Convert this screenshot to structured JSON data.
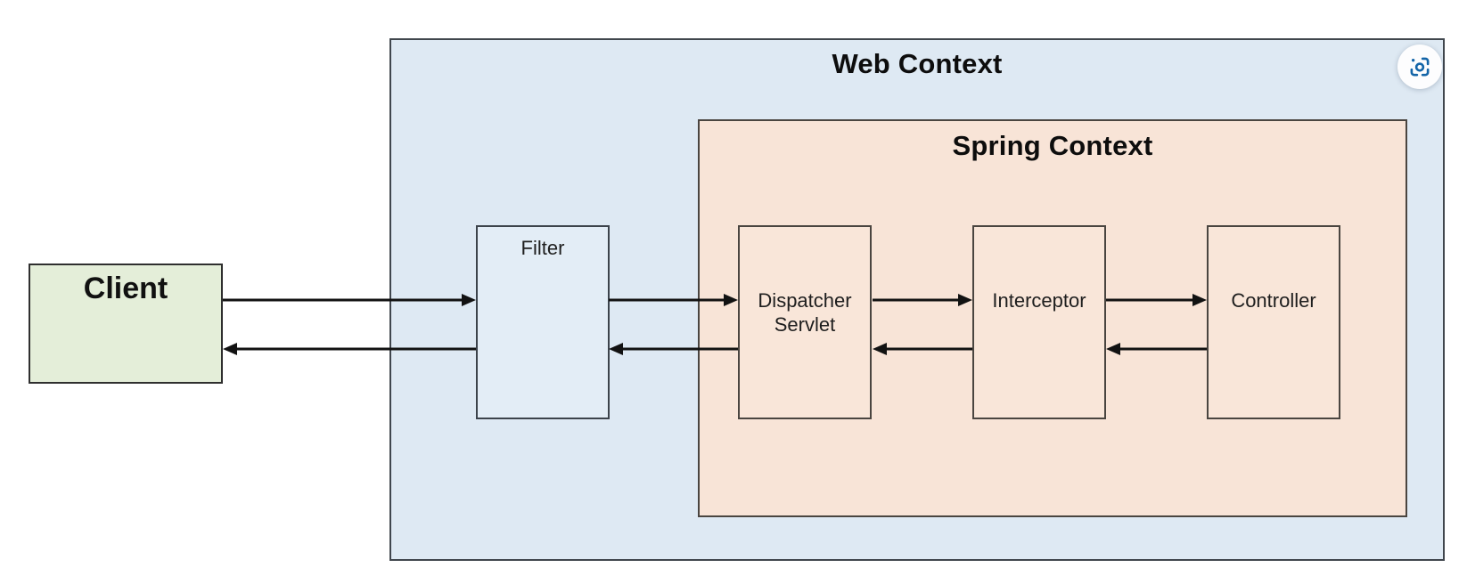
{
  "diagram": {
    "web_context": {
      "title": "Web Context"
    },
    "spring_context": {
      "title": "Spring Context"
    },
    "client": {
      "label": "Client"
    },
    "nodes": {
      "filter": {
        "label": "Filter"
      },
      "dispatcher_servlet": {
        "label": "Dispatcher\nServlet"
      },
      "interceptor": {
        "label": "Interceptor"
      },
      "controller": {
        "label": "Controller"
      }
    },
    "edges": [
      {
        "from": "Client",
        "to": "Filter",
        "direction": "forward"
      },
      {
        "from": "Filter",
        "to": "Client",
        "direction": "return"
      },
      {
        "from": "Filter",
        "to": "Dispatcher Servlet",
        "direction": "forward"
      },
      {
        "from": "Dispatcher Servlet",
        "to": "Filter",
        "direction": "return"
      },
      {
        "from": "Dispatcher Servlet",
        "to": "Interceptor",
        "direction": "forward"
      },
      {
        "from": "Interceptor",
        "to": "Dispatcher Servlet",
        "direction": "return"
      },
      {
        "from": "Interceptor",
        "to": "Controller",
        "direction": "forward"
      },
      {
        "from": "Controller",
        "to": "Interceptor",
        "direction": "return"
      }
    ]
  },
  "icons": {
    "top_right_button": "camera-scan-icon"
  },
  "colors": {
    "web_context_fill": "#dee9f3",
    "spring_context_fill": "#f8e4d7",
    "client_fill": "#e4eed9",
    "filter_fill": "#e3edf6",
    "spring_node_fill": "#f9e6d9",
    "box_border": "#40464d",
    "arrow": "#121212",
    "scan_icon_blue": "#1465a8",
    "scan_button_bg": "#fdfdfe"
  }
}
